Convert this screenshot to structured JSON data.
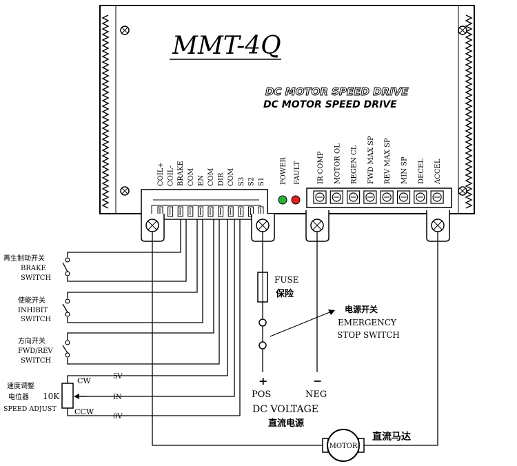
{
  "device": {
    "model": "MMT-4Q",
    "subtitle_outline": "DC MOTOR SPEED DRIVE",
    "subtitle": "DC MOTOR SPEED DRIVE"
  },
  "terminals": [
    "COIL+",
    "COIL-",
    "BRAKE",
    "COM",
    "EN",
    "COM",
    "DIR",
    "COM",
    "S3",
    "S2",
    "S1"
  ],
  "indicators": [
    "POWER",
    "FAULT"
  ],
  "trimpots": [
    "IR COMP",
    "MOTOR OL",
    "REGEN CL",
    "FWD MAX SP",
    "REV MAX SP",
    "MIN SP",
    "DECEL",
    "ACCEL"
  ],
  "switches": {
    "brake_cn": "再生制动开关",
    "brake_1": "BRAKE",
    "brake_2": "SWITCH",
    "inhibit_cn": "使能开关",
    "inhibit_1": "INHIBIT",
    "inhibit_2": "SWITCH",
    "dir_cn": "方向开关",
    "dir_1": "FWD/REV",
    "dir_2": "SWITCH"
  },
  "pot": {
    "cn1": "速度调整",
    "cn2": "电位器",
    "value": "10K",
    "en": "SPEED ADJUST",
    "cw": "CW",
    "ccw": "CCW",
    "pin_5v": "5V",
    "pin_in": "IN",
    "pin_0v": "0V"
  },
  "fuse": {
    "en": "FUSE",
    "cn": "保险"
  },
  "emergency": {
    "cn": "电源开关",
    "en1": "EMERGENCY",
    "en2": "STOP SWITCH"
  },
  "power": {
    "pos_sign": "+",
    "neg_sign": "−",
    "pos": "POS",
    "neg": "NEG",
    "label": "DC VOLTAGE",
    "cn": "直流电源"
  },
  "motor": {
    "label": "MOTOR",
    "cn": "直流马达"
  }
}
